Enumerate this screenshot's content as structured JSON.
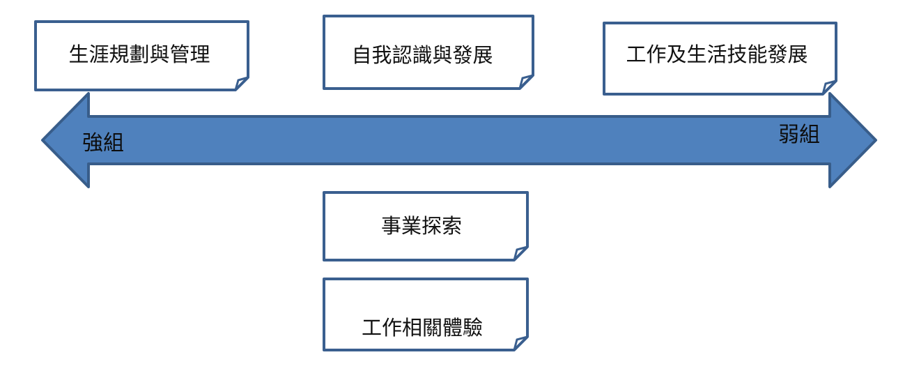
{
  "arrow": {
    "left_label": "強組",
    "right_label": "弱組",
    "fill_color": "#4f81bd",
    "stroke_color": "#385d8a"
  },
  "cards": {
    "career_planning": "生涯規劃與管理",
    "self_awareness": "自我認識與發展",
    "work_life_skills": "工作及生活技能發展",
    "career_exploration": "事業探索",
    "work_experience": "工作相關體驗"
  },
  "card_style": {
    "fill_color": "#ffffff",
    "border_color": "#3a5f8f"
  }
}
